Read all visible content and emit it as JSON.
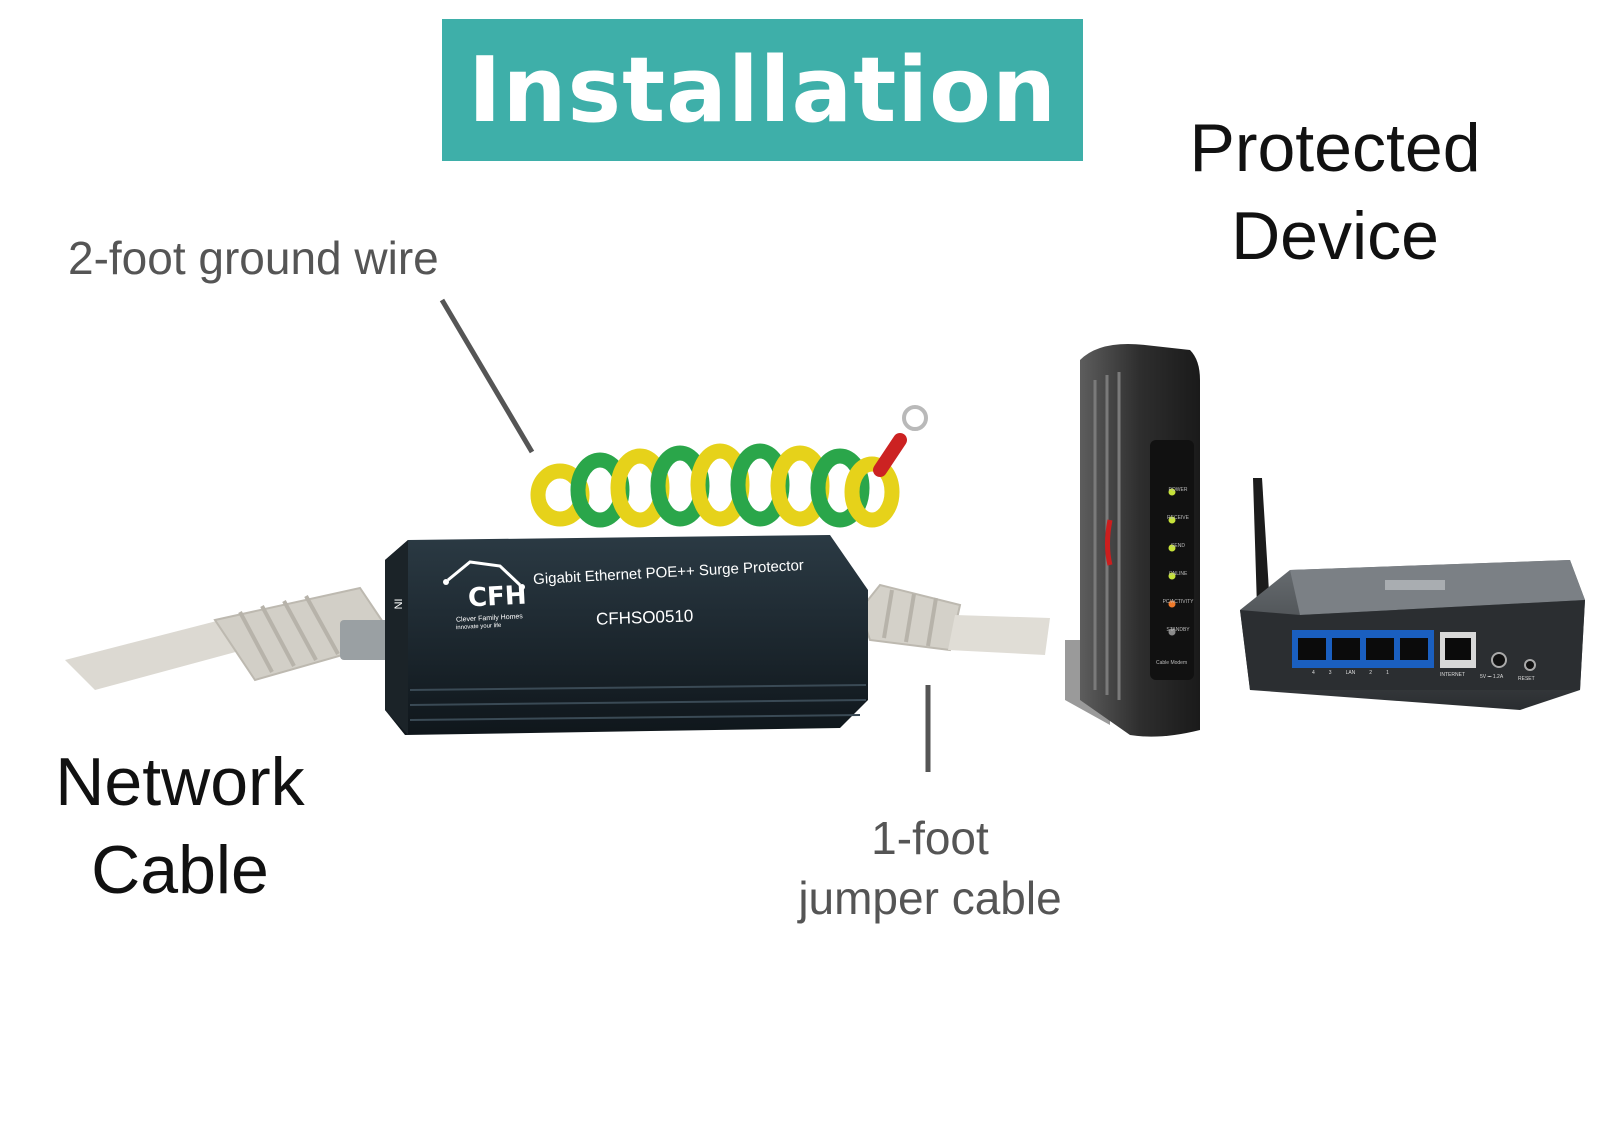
{
  "banner": {
    "title": "Installation",
    "color": "#3eafa9"
  },
  "labels": {
    "ground_wire": "2-foot ground wire",
    "protected_device": [
      "Protected",
      "Device"
    ],
    "network_cable": [
      "Network",
      "Cable"
    ],
    "jumper_cable": [
      "1-foot",
      "jumper cable"
    ]
  },
  "device": {
    "brand_logo": "CFH",
    "brand_name": "Clever Family Homes",
    "brand_tagline": "innovate your life",
    "product_title": "Gigabit Ethernet POE++ Surge Protector",
    "model": "CFHSO0510",
    "port_label": "IN"
  },
  "modem": {
    "leds": [
      "POWER",
      "RECEIVE",
      "SEND",
      "ONLINE",
      "PC/ACTIVITY",
      "STANDBY"
    ],
    "caption": "Cable Modem"
  },
  "router": {
    "port_numbers": [
      "4",
      "3",
      "LAN",
      "2",
      "1"
    ],
    "internet_label": "INTERNET",
    "power_label": "5V ⎓ 1.2A",
    "reset_label": "RESET"
  }
}
